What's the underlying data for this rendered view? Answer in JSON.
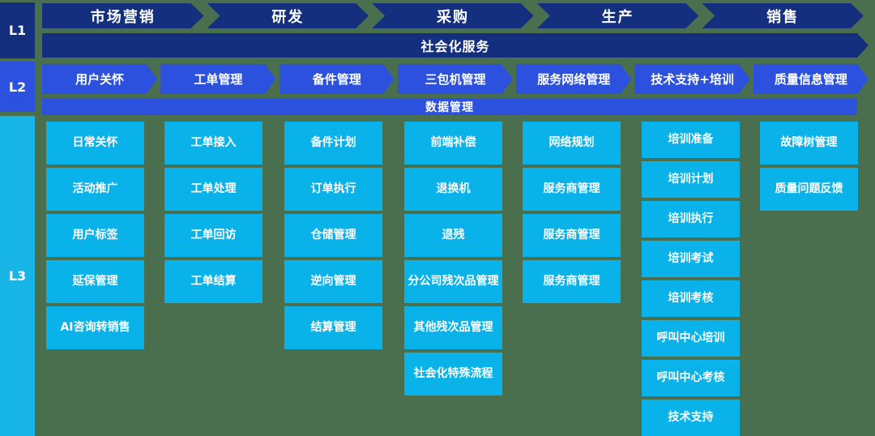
{
  "colors": {
    "background": "#4a6f4e",
    "l1_navy": "#132f7d",
    "l2_blue": "#2b51de",
    "l3_cyan": "#09b3ea",
    "sidebar_l3_cyan": "#18b5e9",
    "text": "#ffffff"
  },
  "sidebar": {
    "l1_label": "L1",
    "l2_label": "L2",
    "l3_label": "L3"
  },
  "l1": {
    "chevrons": [
      "市场营销",
      "研发",
      "采购",
      "生产",
      "销售"
    ],
    "bar": "社会化服务"
  },
  "l2": {
    "chevrons": [
      "用户关怀",
      "工单管理",
      "备件管理",
      "三包机管理",
      "服务网络管理",
      "技术支持+培训",
      "质量信息管理"
    ],
    "bar": "数据管理"
  },
  "l3": {
    "columns": [
      {
        "parent": "用户关怀",
        "items": [
          "日常关怀",
          "活动推广",
          "用户标签",
          "延保管理",
          "AI咨询转销售"
        ]
      },
      {
        "parent": "工单管理",
        "items": [
          "工单接入",
          "工单处理",
          "工单回访",
          "工单结算"
        ]
      },
      {
        "parent": "备件管理",
        "items": [
          "备件计划",
          "订单执行",
          "仓储管理",
          "逆向管理",
          "结算管理"
        ]
      },
      {
        "parent": "三包机管理",
        "items": [
          "前端补偿",
          "退换机",
          "退残",
          "分公司残次品管理",
          "其他残次品管理",
          "社会化特殊流程"
        ]
      },
      {
        "parent": "服务网络管理",
        "items": [
          "网络规划",
          "服务商管理",
          "服务商管理",
          "服务商管理"
        ]
      },
      {
        "parent": "技术支持+培训",
        "items": [
          "培训准备",
          "培训计划",
          "培训执行",
          "培训考试",
          "培训考核",
          "呼叫中心培训",
          "呼叫中心考核",
          "技术支持"
        ]
      },
      {
        "parent": "质量信息管理",
        "items": [
          "故障树管理",
          "质量问题反馈"
        ]
      }
    ]
  }
}
